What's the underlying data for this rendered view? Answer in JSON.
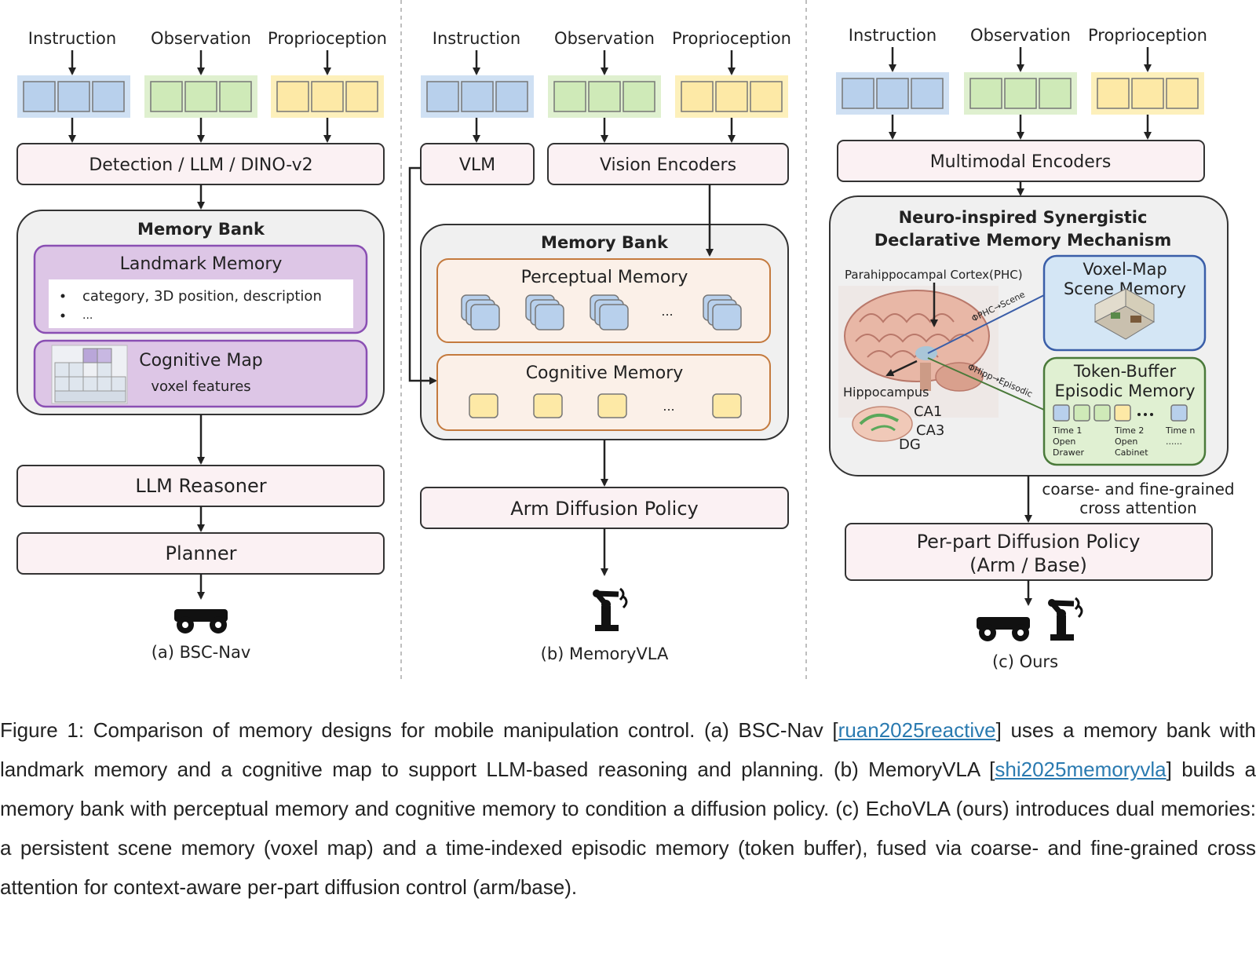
{
  "panels": {
    "a": {
      "inputs": [
        "Instruction",
        "Observation",
        "Proprioception"
      ],
      "encoder": "Detection / LLM / DINO-v2",
      "memory_bank_title": "Memory Bank",
      "landmark_title": "Landmark Memory",
      "landmark_items": [
        "category, 3D position, description",
        "..."
      ],
      "cogmap_title": "Cognitive Map",
      "cogmap_sub": "voxel features",
      "reasoner": "LLM Reasoner",
      "planner": "Planner",
      "caption": "(a) BSC-Nav",
      "robot_icon": "mobile-base-icon"
    },
    "b": {
      "inputs": [
        "Instruction",
        "Observation",
        "Proprioception"
      ],
      "vlm": "VLM",
      "vision_encoders": "Vision Encoders",
      "memory_bank_title": "Memory Bank",
      "perceptual_title": "Perceptual Memory",
      "cognitive_title": "Cognitive Memory",
      "ellipsis": "...",
      "policy": "Arm Diffusion Policy",
      "caption": "(b) MemoryVLA",
      "robot_icon": "robot-arm-icon"
    },
    "c": {
      "inputs": [
        "Instruction",
        "Observation",
        "Proprioception"
      ],
      "encoder": "Multimodal Encoders",
      "mech_title_1": "Neuro-inspired Synergistic",
      "mech_title_2": "Declarative Memory Mechanism",
      "phc_label": "Parahippocampal Cortex(PHC)",
      "phc_edge": "ΦPHC→Scene",
      "hipp_edge": "ΦHipp→Episodic",
      "hippocampus": "Hippocampus",
      "ca1": "CA1",
      "ca3": "CA3",
      "dg": "DG",
      "scene_title_1": "Voxel-Map",
      "scene_title_2": "Scene Memory",
      "episodic_title_1": "Token-Buffer",
      "episodic_title_2": "Episodic Memory",
      "time_labels": [
        [
          "Time 1",
          "Open",
          "Drawer"
        ],
        [
          "Time 2",
          "Open",
          "Cabinet"
        ],
        [
          "Time n",
          "......"
        ]
      ],
      "attention_1": "coarse- and fine-grained",
      "attention_2": "cross attention",
      "policy_1": "Per-part Diffusion Policy",
      "policy_2": "(Arm / Base)",
      "caption": "(c) Ours",
      "robot_icons": [
        "mobile-base-icon",
        "robot-arm-icon"
      ]
    }
  },
  "caption": {
    "p1": "Figure 1: Comparison of memory designs for mobile manipulation control. (a) BSC-Nav [",
    "ref1": "ruan2025reactive",
    "p2": "] uses a memory bank with landmark memory and a cognitive map to support LLM-based reasoning and planning. (b) MemoryVLA [",
    "ref2": "shi2025memoryvla",
    "p3": "] builds a memory bank with perceptual memory and cognitive memory to condition a diffusion policy. (c) EchoVLA (ours) introduces dual memories: a persistent scene memory (voxel map) and a time-indexed episodic memory (token buffer), fused via coarse- and fine-grained cross attention for context-aware per-part diffusion control (arm/base)."
  },
  "colors": {
    "instruction": "#cfe0f3",
    "observation": "#dff0cf",
    "proprioception": "#fdf0bb",
    "memory_purple": "#ddc6e6",
    "memory_orange": "#fbf0e8",
    "link": "#2a7ab0"
  }
}
